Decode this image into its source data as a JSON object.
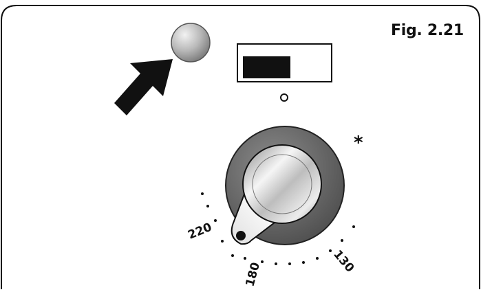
{
  "figure": {
    "label": "Fig. 2.21"
  },
  "dial": {
    "marks": {
      "max": "220",
      "mid": "180",
      "min": "130",
      "cold_symbol": "*"
    }
  },
  "switch": {
    "position": "off"
  },
  "indicator_light": {
    "state": "off"
  },
  "colors": {
    "outline": "#111111",
    "knob_ring": "#6e6e6e",
    "knob_center": "#d8d8d8",
    "lamp": "#b3b3b3"
  }
}
